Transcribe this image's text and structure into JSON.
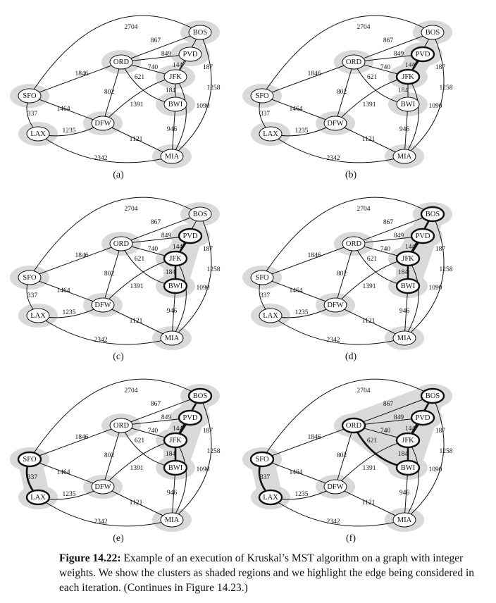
{
  "figure": {
    "caption_label": "Figure 14.22:",
    "caption_text": " Example of an execution of Kruskal’s MST algorithm on a graph with integer weights. We show the clusters as shaded regions and we highlight the edge being considered in each iteration. (Continues in Figure 14.23.)"
  },
  "graph": {
    "nodes": [
      {
        "id": "BOS",
        "label": "BOS"
      },
      {
        "id": "PVD",
        "label": "PVD"
      },
      {
        "id": "ORD",
        "label": "ORD"
      },
      {
        "id": "JFK",
        "label": "JFK"
      },
      {
        "id": "BWI",
        "label": "BWI"
      },
      {
        "id": "SFO",
        "label": "SFO"
      },
      {
        "id": "DFW",
        "label": "DFW"
      },
      {
        "id": "LAX",
        "label": "LAX"
      },
      {
        "id": "MIA",
        "label": "MIA"
      }
    ],
    "edges": [
      {
        "a": "SFO",
        "b": "BOS",
        "w": "2704"
      },
      {
        "a": "ORD",
        "b": "BOS",
        "w": "867"
      },
      {
        "a": "ORD",
        "b": "PVD",
        "w": "849"
      },
      {
        "a": "SFO",
        "b": "ORD",
        "w": "1846"
      },
      {
        "a": "ORD",
        "b": "JFK",
        "w": "740"
      },
      {
        "a": "PVD",
        "b": "JFK",
        "w": "144"
      },
      {
        "a": "BOS",
        "b": "JFK",
        "w": "187"
      },
      {
        "a": "ORD",
        "b": "BWI",
        "w": "621"
      },
      {
        "a": "JFK",
        "b": "BWI",
        "w": "184"
      },
      {
        "a": "BOS",
        "b": "MIA",
        "w": "1258"
      },
      {
        "a": "ORD",
        "b": "DFW",
        "w": "802"
      },
      {
        "a": "DFW",
        "b": "JFK",
        "w": "1391"
      },
      {
        "a": "JFK",
        "b": "MIA",
        "w": "1090"
      },
      {
        "a": "SFO",
        "b": "DFW",
        "w": "1464"
      },
      {
        "a": "SFO",
        "b": "LAX",
        "w": "337"
      },
      {
        "a": "LAX",
        "b": "DFW",
        "w": "1235"
      },
      {
        "a": "BWI",
        "b": "MIA",
        "w": "946"
      },
      {
        "a": "DFW",
        "b": "MIA",
        "w": "1121"
      },
      {
        "a": "LAX",
        "b": "MIA",
        "w": "2342"
      }
    ]
  },
  "panels": [
    {
      "label": "(a)",
      "tree": [],
      "clusters": [
        [
          "BOS"
        ],
        [
          "PVD"
        ],
        [
          "ORD"
        ],
        [
          "JFK"
        ],
        [
          "BWI"
        ],
        [
          "SFO"
        ],
        [
          "DFW"
        ],
        [
          "LAX"
        ],
        [
          "MIA"
        ]
      ]
    },
    {
      "label": "(b)",
      "tree": [
        "PVD-JFK"
      ],
      "clusters": [
        [
          "BOS"
        ],
        [
          "PVD",
          "JFK"
        ],
        [
          "ORD"
        ],
        [
          "BWI"
        ],
        [
          "SFO"
        ],
        [
          "DFW"
        ],
        [
          "LAX"
        ],
        [
          "MIA"
        ]
      ]
    },
    {
      "label": "(c)",
      "tree": [
        "PVD-JFK",
        "JFK-BWI"
      ],
      "clusters": [
        [
          "BOS"
        ],
        [
          "PVD",
          "JFK",
          "BWI"
        ],
        [
          "ORD"
        ],
        [
          "SFO"
        ],
        [
          "DFW"
        ],
        [
          "LAX"
        ],
        [
          "MIA"
        ]
      ]
    },
    {
      "label": "(d)",
      "tree": [
        "PVD-JFK",
        "JFK-BWI",
        "BOS-JFK"
      ],
      "clusters": [
        [
          "BOS",
          "PVD",
          "JFK",
          "BWI"
        ],
        [
          "ORD"
        ],
        [
          "SFO"
        ],
        [
          "DFW"
        ],
        [
          "LAX"
        ],
        [
          "MIA"
        ]
      ]
    },
    {
      "label": "(e)",
      "tree": [
        "PVD-JFK",
        "JFK-BWI",
        "BOS-JFK",
        "SFO-LAX"
      ],
      "clusters": [
        [
          "BOS",
          "PVD",
          "JFK",
          "BWI"
        ],
        [
          "SFO",
          "LAX"
        ],
        [
          "ORD"
        ],
        [
          "DFW"
        ],
        [
          "MIA"
        ]
      ]
    },
    {
      "label": "(f)",
      "tree": [
        "PVD-JFK",
        "JFK-BWI",
        "BOS-JFK",
        "SFO-LAX",
        "ORD-BWI"
      ],
      "clusters": [
        [
          "BOS",
          "PVD",
          "JFK",
          "BWI",
          "ORD"
        ],
        [
          "SFO",
          "LAX"
        ],
        [
          "DFW"
        ],
        [
          "MIA"
        ]
      ]
    }
  ]
}
